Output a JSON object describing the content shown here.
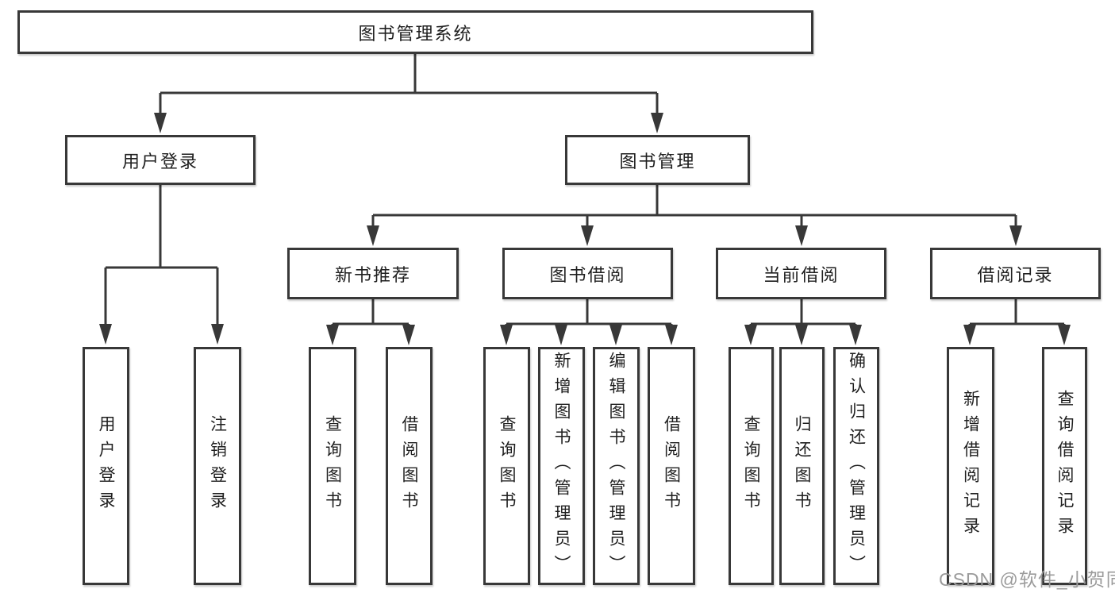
{
  "diagram": {
    "root": {
      "label": "图书管理系统"
    },
    "level2": {
      "user_login": {
        "label": "用户登录"
      },
      "book_mgmt": {
        "label": "图书管理"
      }
    },
    "level3": {
      "new_book_rec": {
        "label": "新书推荐"
      },
      "book_borrow": {
        "label": "图书借阅"
      },
      "current_borrow": {
        "label": "当前借阅"
      },
      "borrow_records": {
        "label": "借阅记录"
      }
    },
    "level4": {
      "user_login": {
        "label": "用户登录"
      },
      "logout": {
        "label": "注销登录"
      },
      "nb_query_books": {
        "label": "查询图书"
      },
      "nb_borrow_books": {
        "label": "借阅图书"
      },
      "bb_query_books": {
        "label": "查询图书"
      },
      "bb_add_books_admin": {
        "label": "新增图书（管理员）"
      },
      "bb_edit_books_admin": {
        "label": "编辑图书（管理员）"
      },
      "bb_borrow_books": {
        "label": "借阅图书"
      },
      "cb_query_books": {
        "label": "查询图书"
      },
      "cb_return_books": {
        "label": "归还图书"
      },
      "cb_confirm_return_admin": {
        "label": "确认归还（管理员）"
      },
      "br_add_record": {
        "label": "新增借阅记录"
      },
      "br_query_record": {
        "label": "查询借阅记录"
      }
    },
    "watermark": "CSDN @软件_小贺同学"
  },
  "colors": {
    "line": "#383838",
    "text": "#1f1f1f",
    "box_background": "#ffffff",
    "page_background": "#ffffff",
    "watermark": "#9b9b9b"
  }
}
